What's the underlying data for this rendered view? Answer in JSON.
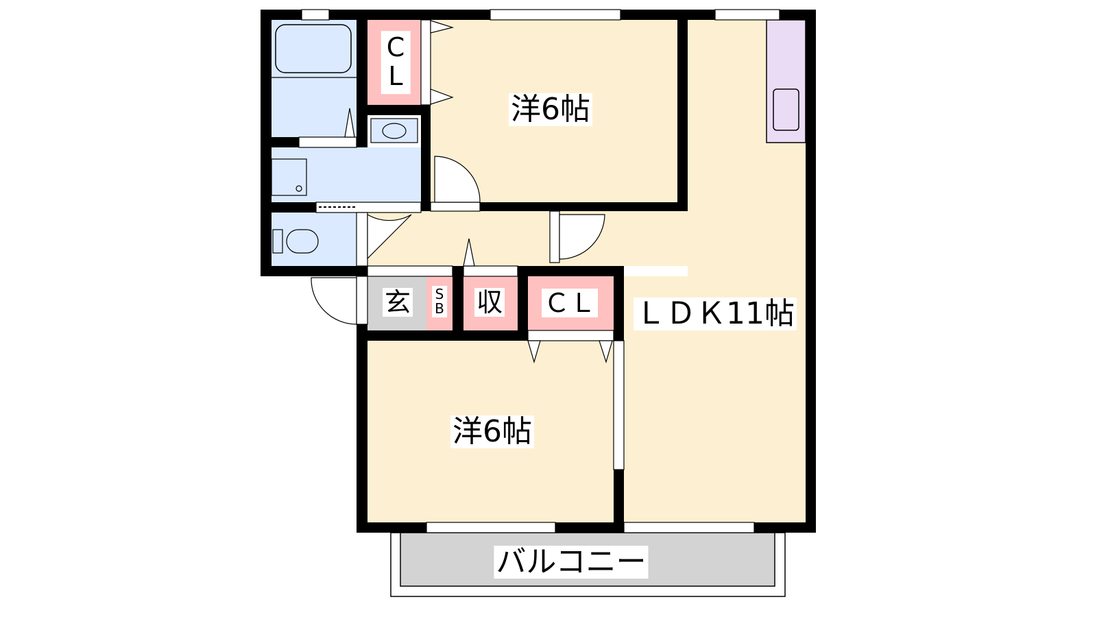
{
  "floor_plan": {
    "rooms": {
      "western_room_top": "洋6帖",
      "western_room_bottom": "洋6帖",
      "ldk": "ＬＤＫ11帖",
      "balcony": "バルコニー",
      "closet_top_line1": "C",
      "closet_top_line2": "L",
      "entrance": "玄",
      "shoe_box_line1": "S",
      "shoe_box_line2": "B",
      "storage": "収",
      "closet_middle": "ＣＬ"
    },
    "colors": {
      "western_room": "#fdf0d2",
      "wet_area": "#dbeafe",
      "closet": "#ffc0c0",
      "entrance": "#d3d3d3",
      "kitchen": "#eadcf5",
      "balcony": "#d3d3d3",
      "wall": "#000000"
    }
  }
}
